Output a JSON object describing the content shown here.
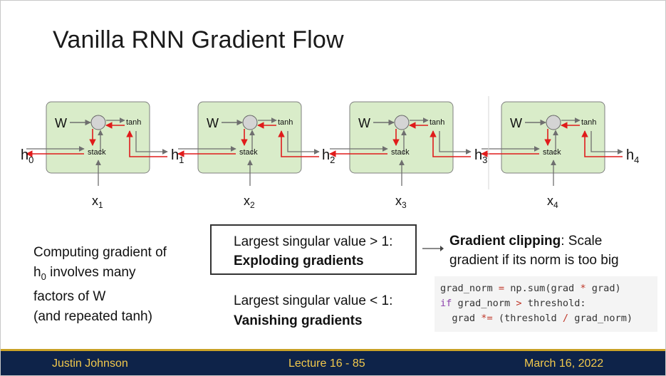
{
  "title": "Vanilla RNN Gradient Flow",
  "cells": [
    {
      "w": "W",
      "tanh": "tanh",
      "stack": "stack",
      "x": "x",
      "x_sub": "1"
    },
    {
      "w": "W",
      "tanh": "tanh",
      "stack": "stack",
      "x": "x",
      "x_sub": "2"
    },
    {
      "w": "W",
      "tanh": "tanh",
      "stack": "stack",
      "x": "x",
      "x_sub": "3"
    },
    {
      "w": "W",
      "tanh": "tanh",
      "stack": "stack",
      "x": "x",
      "x_sub": "4"
    }
  ],
  "hidden_states": [
    {
      "h": "h",
      "sub": "0"
    },
    {
      "h": "h",
      "sub": "1"
    },
    {
      "h": "h",
      "sub": "2"
    },
    {
      "h": "h",
      "sub": "3"
    },
    {
      "h": "h",
      "sub": "4"
    }
  ],
  "left_text": {
    "line1": "Computing gradient of",
    "line2_h": "h",
    "line2_sub": "0",
    "line2_rest": " involves many",
    "line3": "factors of W",
    "line4": "(and repeated tanh)"
  },
  "exploding": {
    "line1": "Largest singular value > 1:",
    "line2": "Exploding gradients"
  },
  "vanishing": {
    "line1": "Largest singular value < 1:",
    "line2": "Vanishing gradients"
  },
  "clipping": {
    "bold": "Gradient clipping",
    "rest": ": Scale",
    "line2": "gradient if its norm is too big"
  },
  "code": {
    "l1_a": "grad_norm ",
    "l1_op": "=",
    "l1_b": " np.sum(grad ",
    "l1_op2": "*",
    "l1_c": " grad)",
    "l2_kw": "if",
    "l2_a": " grad_norm ",
    "l2_op": ">",
    "l2_b": " threshold:",
    "l3_a": "  grad ",
    "l3_op": "*=",
    "l3_b": " (threshold ",
    "l3_op2": "/",
    "l3_c": " grad_norm)"
  },
  "footer": {
    "author": "Justin Johnson",
    "lecture": "Lecture 16 - 85",
    "date": "March 16, 2022"
  },
  "colors": {
    "cell_fill": "#d9ecc9",
    "forward_arrow": "#6f6f6f",
    "backward_arrow": "#e01b1b",
    "footer_bg": "#0e2349",
    "footer_text": "#f2c94c"
  }
}
